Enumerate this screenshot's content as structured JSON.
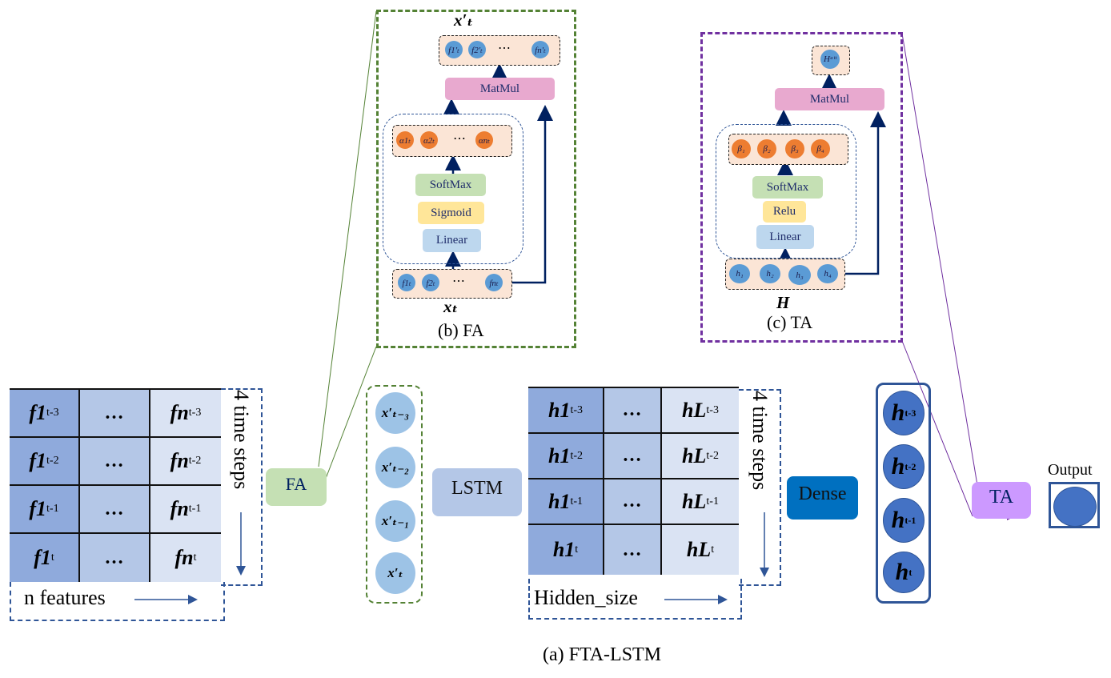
{
  "caption": "(a) FTA-LSTM",
  "colors": {
    "fa_green": "#548235",
    "ta_purple": "#7030a0",
    "navy": "#002060",
    "grid_dark": "#8faadc",
    "grid_mid": "#b4c7e7",
    "grid_light": "#dae3f3",
    "matmul_pink": "#e8a9cf",
    "softmax_green": "#c5e0b4",
    "sigmoid_yellow": "#ffe699",
    "linear_blue": "#bdd7ee",
    "vector_orange_bg": "#fbe5d6",
    "attention_orange": "#ed7d31",
    "feature_blue": "#5b9bd5",
    "dense_blue": "#0070c0",
    "ta_violet": "#cc99ff",
    "hidden_circle": "#4472c4"
  },
  "input_grid": {
    "rows": [
      [
        "f1",
        "t-3",
        "…",
        "fn",
        "t-3"
      ],
      [
        "f1",
        "t-2",
        "…",
        "fn",
        "t-2"
      ],
      [
        "f1",
        "t-1",
        "…",
        "fn",
        "t-1"
      ],
      [
        "f1",
        "t",
        "…",
        "fn",
        "t"
      ]
    ],
    "time_label": "4 time steps",
    "feature_label": "n features"
  },
  "fa_block": {
    "label": "FA"
  },
  "fa_outputs": [
    "x′ₜ₋₃",
    "x′ₜ₋₂",
    "x′ₜ₋₁",
    "x′ₜ"
  ],
  "lstm_block": {
    "label": "LSTM"
  },
  "hidden_grid": {
    "rows": [
      [
        "h1",
        "t-3",
        "…",
        "hL",
        "t-3"
      ],
      [
        "h1",
        "t-2",
        "…",
        "hL",
        "t-2"
      ],
      [
        "h1",
        "t-1",
        "…",
        "hL",
        "t-1"
      ],
      [
        "h1",
        "t",
        "…",
        "hL",
        "t"
      ]
    ],
    "time_label": "4 time steps",
    "size_label": "Hidden_size"
  },
  "dense_block": {
    "label": "Dense"
  },
  "dense_outputs": [
    {
      "main": "h",
      "sub": "t-3"
    },
    {
      "main": "h",
      "sub": "t-2"
    },
    {
      "main": "h",
      "sub": "t-1"
    },
    {
      "main": "h",
      "sub": "t"
    }
  ],
  "ta_block": {
    "label": "TA"
  },
  "output": {
    "label": "Output"
  },
  "panel_fa": {
    "caption": "(b) FA",
    "top_label": "x′ₜ",
    "bottom_label": "xₜ",
    "output_vector": [
      "f1′ₜ",
      "f2′ₜ",
      "⋯",
      "fn′ₜ"
    ],
    "matmul": "MatMul",
    "weights": [
      "α1ₜ",
      "α2ₜ",
      "⋯",
      "αnₜ"
    ],
    "softmax": "SoftMax",
    "activation": "Sigmoid",
    "linear": "Linear",
    "input_vector": [
      "f1ₜ",
      "f2ₜ",
      "⋯",
      "fnₜ"
    ]
  },
  "panel_ta": {
    "caption": "(c) TA",
    "top_label": "Hᵃᵗᵗ",
    "bottom_label": "H",
    "matmul": "MatMul",
    "weights": [
      "β₁",
      "β₂",
      "β₃",
      "β₄"
    ],
    "softmax": "SoftMax",
    "activation": "Relu",
    "linear": "Linear",
    "input_vector": [
      "h₁",
      "h₂",
      "h₃",
      "h₄"
    ]
  }
}
